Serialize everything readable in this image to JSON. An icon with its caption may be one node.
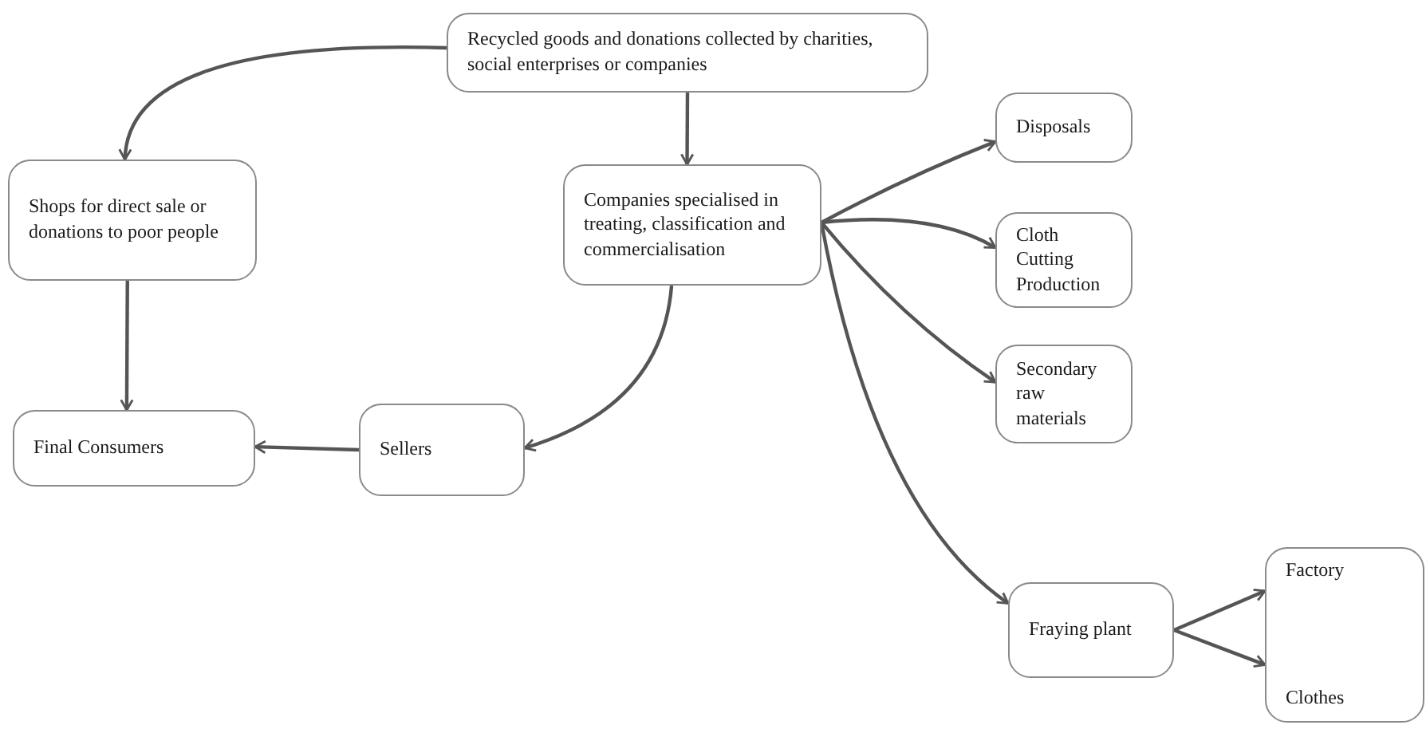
{
  "diagram": {
    "nodes": [
      {
        "text": [
          "Recycled goods and donations collected by charities, social enterprises or companies"
        ]
      },
      {
        "text": [
          "Shops for direct sale or donations to poor people"
        ]
      },
      {
        "text": [
          "Companies specialised in treating, classification and commercialisation"
        ]
      },
      {
        "text": [
          "Disposals"
        ]
      },
      {
        "text": [
          "Cloth Cutting Production"
        ]
      },
      {
        "text": [
          "Secondary raw materials"
        ]
      },
      {
        "text": [
          "Final Consumers"
        ]
      },
      {
        "text": [
          "Sellers"
        ]
      },
      {
        "text": [
          "Fraying plant"
        ]
      },
      {
        "text": [
          "Factory",
          "Clothes"
        ]
      }
    ],
    "edges": [
      {
        "from": 0,
        "to": 1,
        "arrow": "to"
      },
      {
        "from": 0,
        "to": 2,
        "arrow": "to"
      },
      {
        "from": 2,
        "to": 3,
        "arrow": "to"
      },
      {
        "from": 2,
        "to": 4,
        "arrow": "to"
      },
      {
        "from": 2,
        "to": 5,
        "arrow": "to"
      },
      {
        "from": 2,
        "to": 8,
        "arrow": "to"
      },
      {
        "from": 2,
        "to": 7,
        "arrow": "to"
      },
      {
        "from": 7,
        "to": 6,
        "arrow": "to"
      },
      {
        "from": 1,
        "to": 6,
        "arrow": "to"
      },
      {
        "from": 8,
        "to": 9,
        "arrow": "to"
      },
      {
        "from": 8,
        "to": 9,
        "arrow": "to"
      }
    ]
  }
}
